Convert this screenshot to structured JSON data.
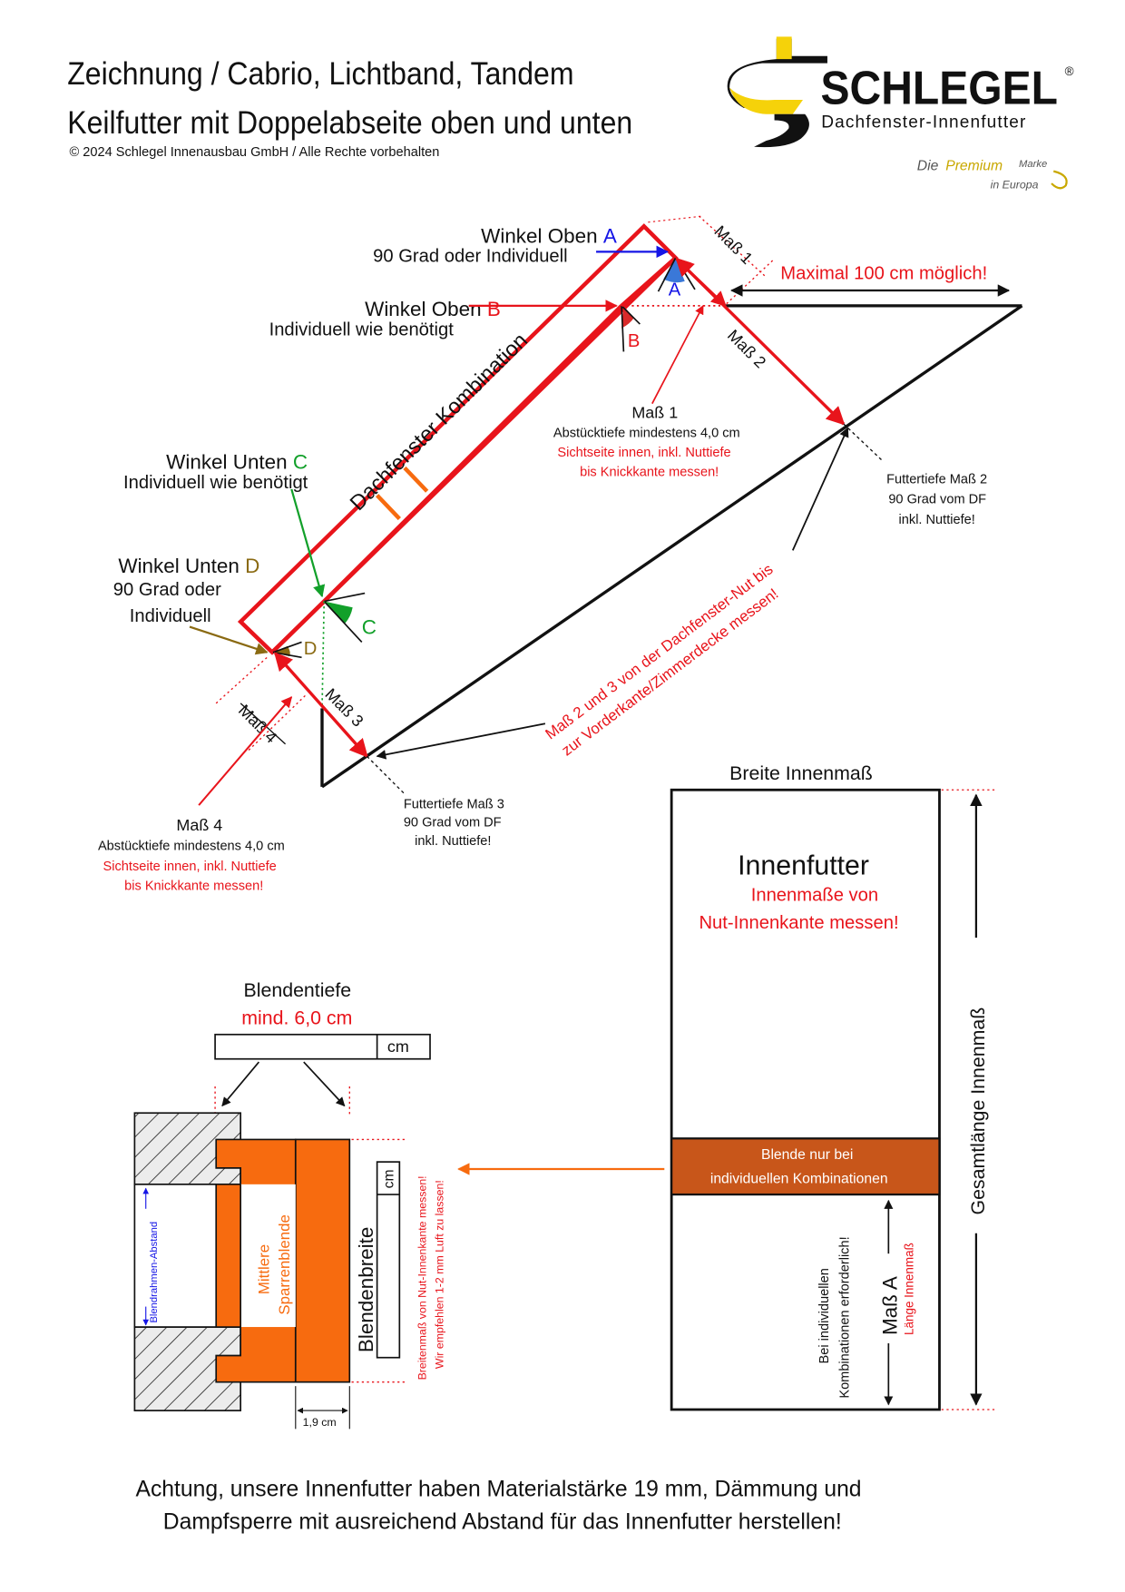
{
  "header": {
    "title_line1": "Zeichnung / Cabrio, Lichtband, Tandem",
    "title_line2": "Keilfutter mit Doppelabseite oben und unten",
    "copyright": "© 2024 Schlegel Innenausbau GmbH / Alle Rechte vorbehalten"
  },
  "logo": {
    "brand": "SCHLEGEL",
    "registered": "®",
    "tagline": "Dachfenster-Innenfutter",
    "premium_die": "Die",
    "premium_word": "Premium",
    "premium_marke": "Marke",
    "premium_europa": "in Europa"
  },
  "diagram": {
    "winkel_oben_a": {
      "title": "Winkel Oben",
      "letter": "A",
      "desc": "90 Grad oder Individuell"
    },
    "winkel_oben_b": {
      "title": "Winkel Oben",
      "letter": "B",
      "desc": "Individuell wie benötigt"
    },
    "winkel_unten_c": {
      "title": "Winkel Unten",
      "letter": "C",
      "desc": "Individuell wie benötigt"
    },
    "winkel_unten_d": {
      "title": "Winkel Unten",
      "letter": "D",
      "desc_line1": "90 Grad oder",
      "desc_line2": "Individuell"
    },
    "dachfenster_label": "Dachfenster Kombination",
    "max_label": "Maximal 100 cm möglich!",
    "mass1_tag": "Maß 1",
    "mass2_tag": "Maß 2",
    "mass3_tag": "Maß 3",
    "mass4_tag": "Maß 4",
    "mass1_note": {
      "title": "Maß 1",
      "line1": "Abstücktiefe mindestens 4,0 cm",
      "line2": "Sichtseite innen, inkl. Nuttiefe",
      "line3": "bis Knickkante messen!"
    },
    "mass4_note": {
      "title": "Maß 4",
      "line1": "Abstücktiefe mindestens 4,0 cm",
      "line2": "Sichtseite innen, inkl. Nuttiefe",
      "line3": "bis Knickkante messen!"
    },
    "futtertiefe2": {
      "line1": "Futtertiefe Maß 2",
      "line2": "90 Grad vom DF",
      "line3": "inkl. Nuttiefe!"
    },
    "futtertiefe3": {
      "line1": "Futtertiefe Maß 3",
      "line2": "90 Grad vom DF",
      "line3": "inkl. Nuttiefe!"
    },
    "mass23_note_line1": "Maß 2 und 3 von der Dachfenster-Nut bis",
    "mass23_note_line2": "zur Vorderkante/Zimmerdecke messen!"
  },
  "blende": {
    "tiefe_title": "Blendentiefe",
    "tiefe_min": "mind. 6,0 cm",
    "unit": "cm",
    "unit_vertical": "cm",
    "blendrahmen": "Blendrahmen-Abstand",
    "mittlere_line1": "Mittlere",
    "mittlere_line2": "Sparrenblende",
    "blendenbreite": "Blendenbreite",
    "breiten_note1": "Breitenmaß von Nut-Innenkante messen!",
    "breiten_note2": "Wir empfehlen 1-2 mm Luft zu lassen!",
    "thickness": "1,9 cm"
  },
  "innenfutter": {
    "breite": "Breite Innenmaß",
    "title": "Innenfutter",
    "sub1": "Innenmaße von",
    "sub2": "Nut-Innenkante messen!",
    "blende_line1": "Blende nur bei",
    "blende_line2": "individuellen  Kombinationen",
    "mass_a": "Maß A",
    "laenge": "Länge Innenmaß",
    "indiv_line1": "Bei individuellen",
    "indiv_line2": "Kombinationen erforderlich!",
    "gesamt": "Gesamtlänge Innenmaß"
  },
  "footer": {
    "line1": "Achtung, unsere Innenfutter haben Materialstärke 19 mm, Dämmung und",
    "line2": "Dampfsperre mit ausreichend Abstand für das Innenfutter herstellen!"
  },
  "colors": {
    "red": "#e8141b",
    "blue": "#1515e6",
    "green": "#12a02a",
    "olive": "#8a6a12",
    "orange": "#f76b0f",
    "brown": "#c8561a",
    "logo_yellow": "#f5d20a"
  }
}
